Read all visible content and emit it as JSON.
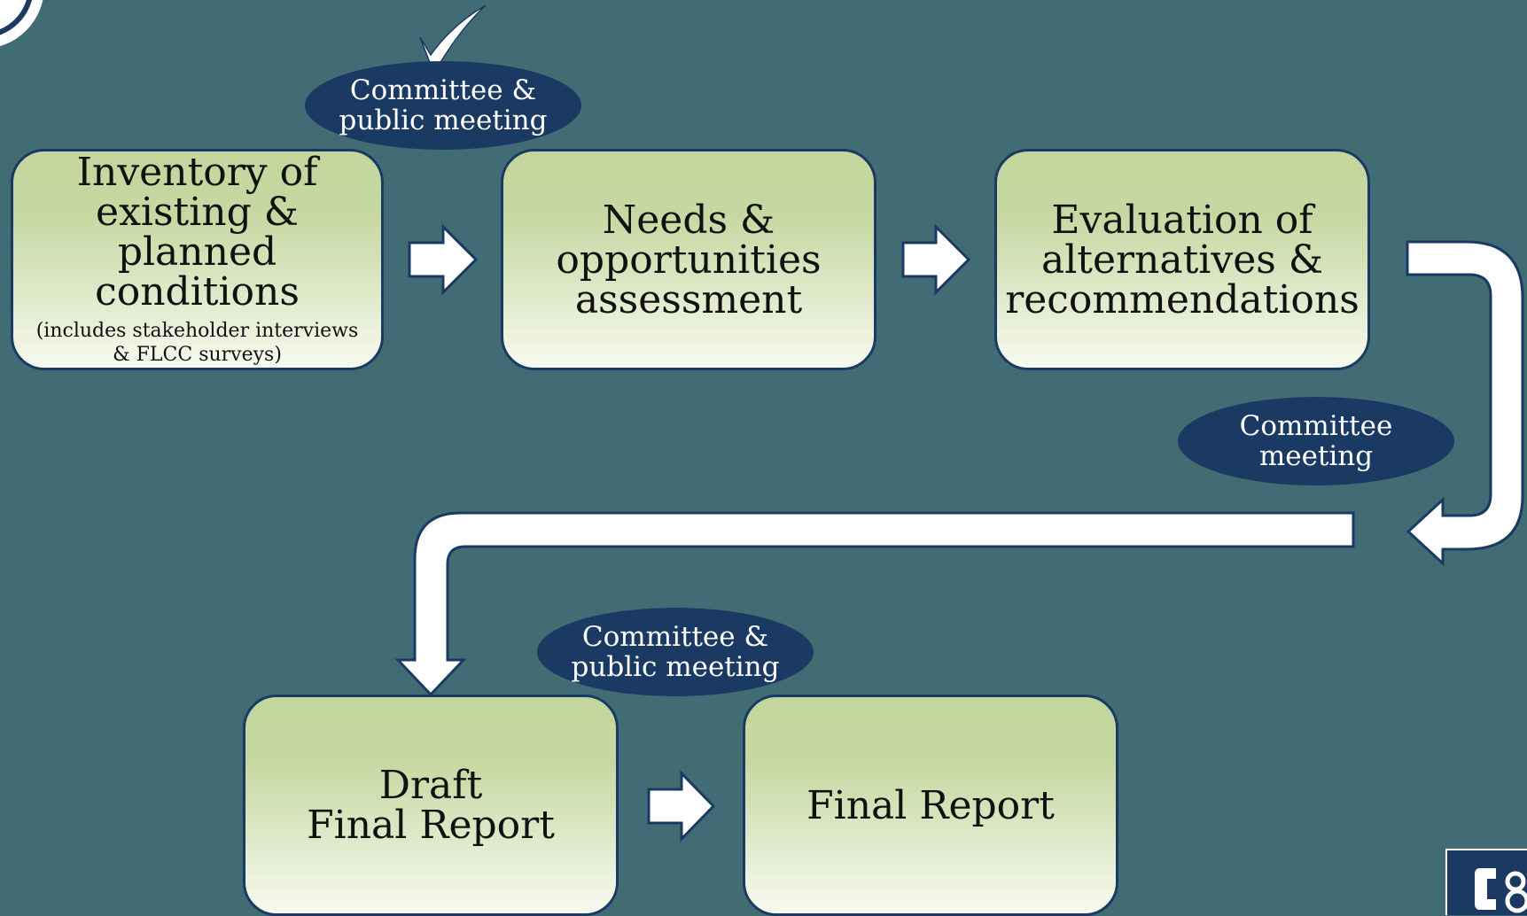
{
  "diagram": {
    "steps": [
      {
        "main": "Inventory of\nexisting & planned\nconditions",
        "sub": "(includes stakeholder interviews\n& FLCC surveys)"
      },
      {
        "main": "Needs &\nopportunities\nassessment"
      },
      {
        "main": "Evaluation of\nalternatives &\nrecommendations"
      },
      {
        "main": "Draft\nFinal Report"
      },
      {
        "main": "Final Report"
      }
    ],
    "meetings": [
      {
        "label": "Committee &\npublic meeting",
        "status": "completed"
      },
      {
        "label": "Committee\nmeeting"
      },
      {
        "label": "Committee &\npublic meeting"
      }
    ]
  },
  "colors": {
    "background": "#426c74",
    "box_border": "#1b3a63",
    "box_top": "#c3d69d",
    "box_bottom": "#f7faef",
    "oval": "#1b3a63",
    "arrow": "#ffffff"
  },
  "icons": {
    "checkmark": "checkmark-icon",
    "logo": "corner-logo"
  }
}
